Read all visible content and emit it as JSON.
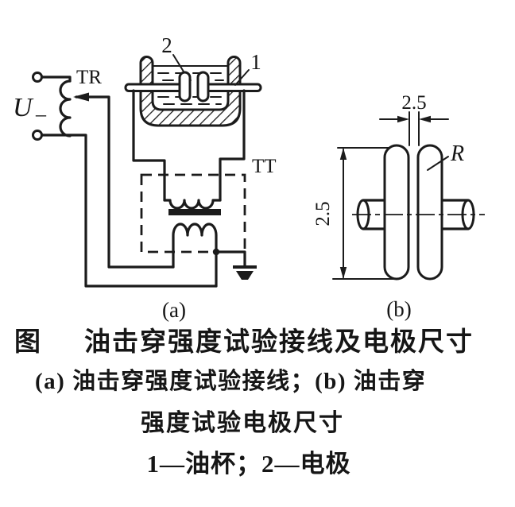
{
  "colors": {
    "ink": "#1b1b1b",
    "paper": "#ffffff"
  },
  "diagram_a": {
    "label": "(a)",
    "source_voltage": "U",
    "source_voltage_sub": "–",
    "regulator_label": "TR",
    "test_transformer_label": "TT",
    "callout_electrode": "2",
    "callout_oil_cup": "1"
  },
  "diagram_b": {
    "label": "(b)",
    "gap_dimension": "2.5",
    "height_dimension": "2.5",
    "tip_radius_label": "R"
  },
  "caption": {
    "figure_word": "图",
    "title": "油击穿强度试验接线及电极尺寸",
    "subtitle_line1": "(a) 油击穿强度试验接线；(b) 油击穿",
    "subtitle_line2": "强度试验电极尺寸",
    "legend": "1—油杯；2—电极"
  }
}
